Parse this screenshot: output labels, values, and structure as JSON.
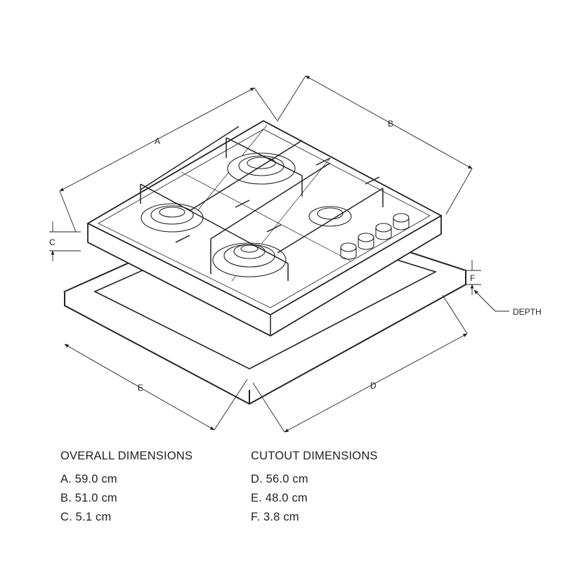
{
  "labels": {
    "a": "A",
    "b": "B",
    "c": "C",
    "d": "D",
    "e": "E",
    "f": "F",
    "depth": "DEPTH"
  },
  "overall": {
    "title": "OVERALL DIMENSIONS",
    "items": [
      "A. 59.0 cm",
      "B. 51.0 cm",
      "C. 5.1 cm"
    ]
  },
  "cutout": {
    "title": "CUTOUT DIMENSIONS",
    "items": [
      "D. 56.0 cm",
      "E. 48.0 cm",
      "F. 3.8 cm"
    ]
  }
}
